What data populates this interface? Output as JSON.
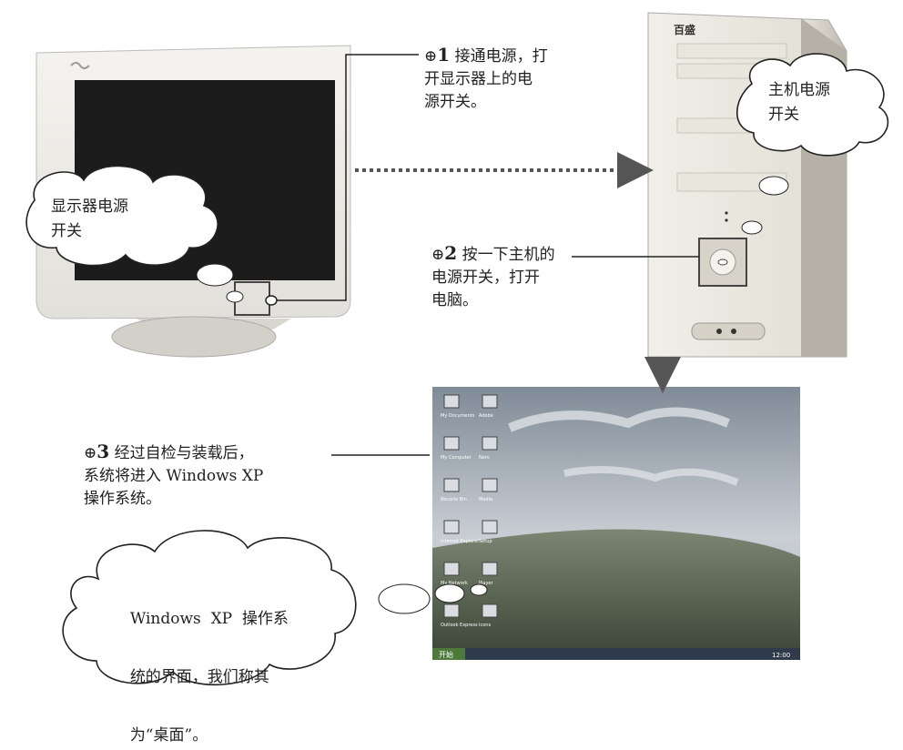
{
  "steps": [
    {
      "marker": "⊕",
      "num": "1",
      "text_lines": [
        "接通电源，打",
        "开显示器上的电",
        "源开关。"
      ]
    },
    {
      "marker": "⊕",
      "num": "2",
      "text_lines": [
        "按一下主机的",
        "电源开关，打开",
        "电脑。"
      ]
    },
    {
      "marker": "⊕",
      "num": "3",
      "text_lines": [
        "经过自检与装载后，",
        "系统将进入 Windows XP",
        "操作系统。"
      ]
    }
  ],
  "clouds": {
    "monitor_switch": [
      "显示器电源",
      "开关"
    ],
    "host_switch": [
      "主机电源",
      "开关"
    ],
    "desktop": [
      "Windows  XP  操作系",
      "统的界面，我们称其",
      "为“桌面”。"
    ]
  },
  "tower": {
    "brand": "百盛"
  },
  "desktop_icons": [
    "My Documents",
    "Adobe",
    "My Computer",
    "Nero",
    "Recycle Bin",
    "Media",
    "Internet Explorer",
    "Setup",
    "My Network",
    "Player",
    "Outlook Express",
    "Icons"
  ],
  "taskbar": {
    "start": "开始",
    "clock": "12:00"
  },
  "colors": {
    "line": "#222222",
    "dotted": "#555555",
    "sky": "#9aa4ae",
    "hill": "#5d6a55"
  }
}
